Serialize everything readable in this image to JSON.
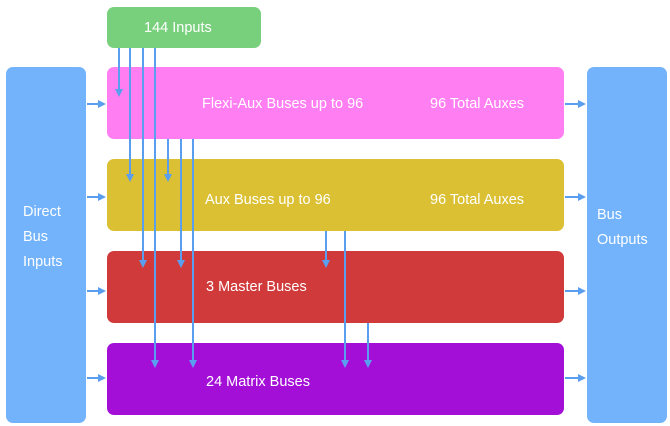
{
  "colors": {
    "inputs": "#79d07c",
    "flexi_aux": "#ff7ff3",
    "aux": "#dbc034",
    "master": "#d03a3a",
    "matrix": "#a40fd8",
    "side": "#72b3fb",
    "arrow": "#5a9ef0"
  },
  "inputs": {
    "label": "144 Inputs"
  },
  "direct": {
    "line1": "Direct",
    "line2": "Bus",
    "line3": "Inputs"
  },
  "outputs": {
    "line1": "Bus",
    "line2": "Outputs"
  },
  "flexi_aux": {
    "label": "Flexi-Aux Buses up to 96",
    "total": "96 Total Auxes"
  },
  "aux": {
    "label": "Aux Buses up to 96",
    "total": "96 Total Auxes"
  },
  "master": {
    "label": "3 Master Buses"
  },
  "matrix": {
    "label": "24 Matrix Buses"
  }
}
